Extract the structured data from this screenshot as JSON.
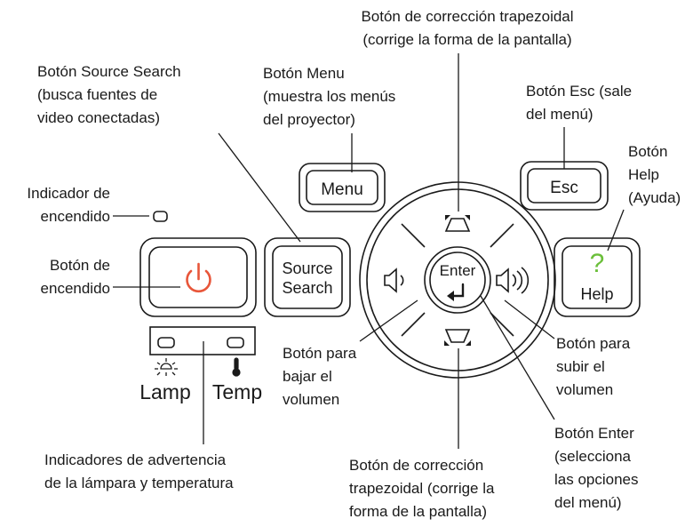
{
  "colors": {
    "power_icon": "#e8563a",
    "help_icon": "#6bbf3a",
    "ink": "#1a1a1a",
    "surface": "#ffffff"
  },
  "buttons": {
    "menu": "Menu",
    "esc": "Esc",
    "source_line1": "Source",
    "source_line2": "Search",
    "enter": "Enter",
    "help_symbol": "?",
    "help": "Help",
    "lamp": "Lamp",
    "temp": "Temp"
  },
  "icons": {
    "power": "power-icon",
    "keystone_up": "keystone-up-icon",
    "keystone_down": "keystone-down-icon",
    "volume_down": "speaker-low-icon",
    "volume_up": "speaker-high-icon",
    "enter_arrow": "return-arrow-icon",
    "lamp": "sun-icon",
    "temp": "thermometer-icon"
  },
  "labels": {
    "keystone_top": [
      "Botón de corrección trapezoidal",
      "(corrige la forma de la pantalla)"
    ],
    "source_search": [
      "Botón Source Search",
      "(busca fuentes de",
      "video conectadas)"
    ],
    "menu": [
      "Botón Menu",
      "(muestra los menús",
      "del proyector)"
    ],
    "esc": [
      "Botón Esc (sale",
      "del menú)"
    ],
    "help": [
      "Botón",
      "Help",
      "(Ayuda)"
    ],
    "power_indicator": [
      "Indicador de",
      "encendido"
    ],
    "power_button": [
      "Botón de",
      "encendido"
    ],
    "volume_down": [
      "Botón para",
      "bajar el",
      "volumen"
    ],
    "volume_up": [
      "Botón para",
      "subir el",
      "volumen"
    ],
    "warning_indicators": [
      "Indicadores de advertencia",
      "de la lámpara y temperatura"
    ],
    "keystone_bottom": [
      "Botón de corrección",
      "trapezoidal (corrige la",
      "forma de la pantalla)"
    ],
    "enter": [
      "Botón Enter",
      "(selecciona",
      "las opciones",
      "del menú)"
    ]
  }
}
